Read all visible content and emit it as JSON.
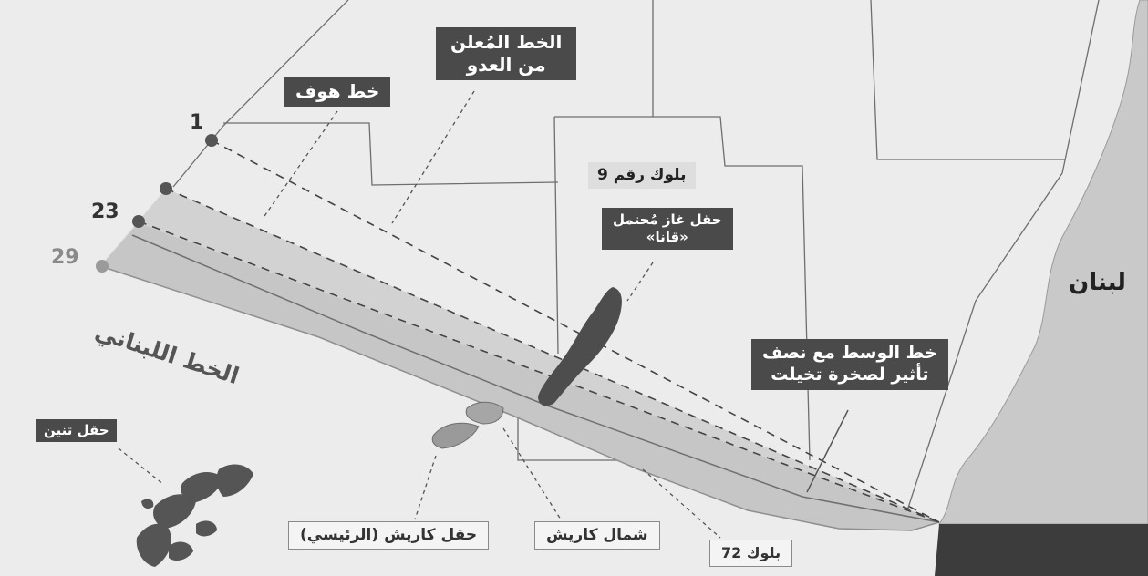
{
  "labels": {
    "hof_line": "خط هوف",
    "enemy_line": "الخط المُعلن\nمن العدو",
    "block9": "بلوك رقم 9",
    "qana_field": "حقل غاز مُحتمل\n«قانا»",
    "lebanon": "لبنان",
    "median_line": "خط الوسط مع نصف\nتأثير لصخرة تخيلت",
    "lebanese_line": "الخط اللبناني",
    "tanin_field": "حقل تنين",
    "karish_main": "حقل كاريش (الرئيسي)",
    "karish_north": "شمال كاريش",
    "block72": "بلوك 72"
  },
  "points": {
    "p1": "1",
    "p23": "23",
    "p29": "29"
  },
  "colors": {
    "sea": "#ececec",
    "land": "#c9c9c9",
    "land_dark": "#3c3c3c",
    "disputed_zone": "#cfcfcf",
    "label_dark": "#4a4a4a"
  }
}
